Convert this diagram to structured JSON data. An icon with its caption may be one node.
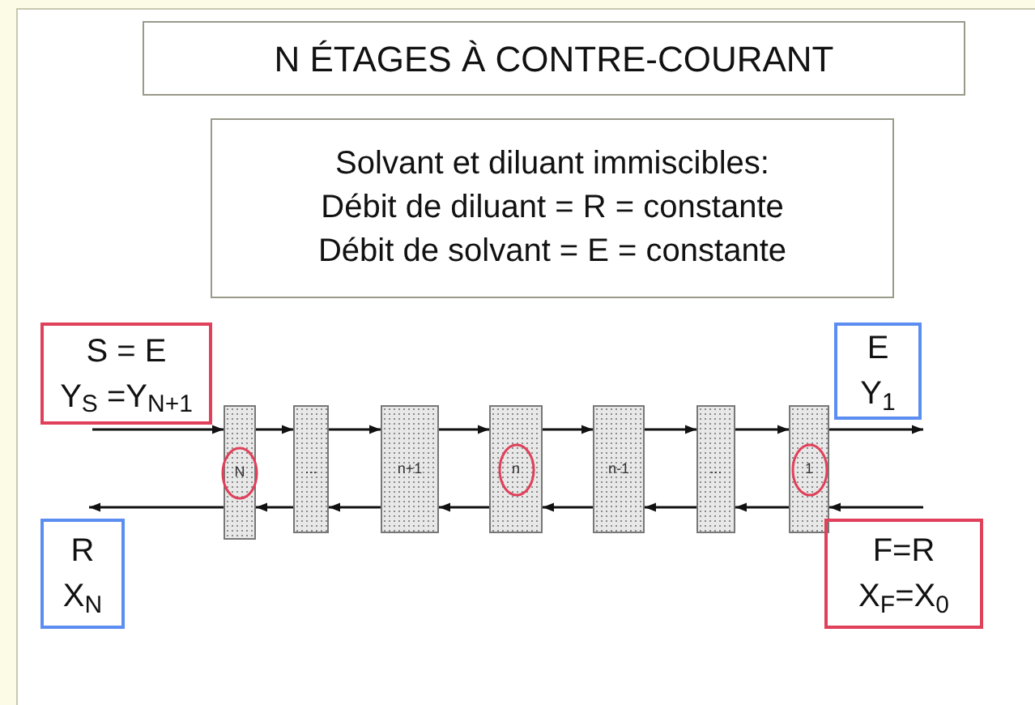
{
  "diagram": {
    "title": "N ÉTAGES À CONTRE-COURANT",
    "nodes": [
      {
        "text": [
          "Solvant et diluant immiscibles:",
          "Débit de diluant = R = constante",
          "Débit de solvant = E = constante"
        ]
      },
      {
        "text": [
          "S = E",
          "Y$_{S}$ =Y$_{N+1}$"
        ]
      },
      {
        "text": [
          "R",
          "X$_{N}$"
        ]
      },
      {
        "text": [
          "N"
        ]
      },
      {
        "text": [
          "..."
        ]
      },
      {
        "text": [
          "n+1"
        ]
      },
      {
        "text": [
          "n"
        ]
      },
      {
        "text": [
          "n-1"
        ]
      },
      {
        "text": [
          "..."
        ]
      },
      {
        "text": [
          "1"
        ]
      },
      {
        "text": [
          "E",
          "Y$_{1}$"
        ]
      },
      {
        "text": [
          "F=R",
          "X$_{F}$=X$_{0}$"
        ]
      }
    ],
    "edges": [
      {
        "from": 1,
        "to": 3,
        "arrow": "to"
      },
      {
        "from": 3,
        "to": 4,
        "arrow": "to"
      },
      {
        "from": 4,
        "to": 5,
        "arrow": "to"
      },
      {
        "from": 5,
        "to": 6,
        "arrow": "to"
      },
      {
        "from": 6,
        "to": 7,
        "arrow": "to"
      },
      {
        "from": 7,
        "to": 8,
        "arrow": "to"
      },
      {
        "from": 8,
        "to": 9,
        "arrow": "to"
      },
      {
        "from": 9,
        "to": 10,
        "arrow": "to"
      },
      {
        "from": 11,
        "to": 9,
        "arrow": "to"
      },
      {
        "from": 9,
        "to": 8,
        "arrow": "to"
      },
      {
        "from": 8,
        "to": 7,
        "arrow": "to"
      },
      {
        "from": 7,
        "to": 6,
        "arrow": "to"
      },
      {
        "from": 6,
        "to": 5,
        "arrow": "to"
      },
      {
        "from": 5,
        "to": 4,
        "arrow": "to"
      },
      {
        "from": 4,
        "to": 3,
        "arrow": "to"
      },
      {
        "from": 3,
        "to": 2,
        "arrow": "to"
      }
    ]
  }
}
